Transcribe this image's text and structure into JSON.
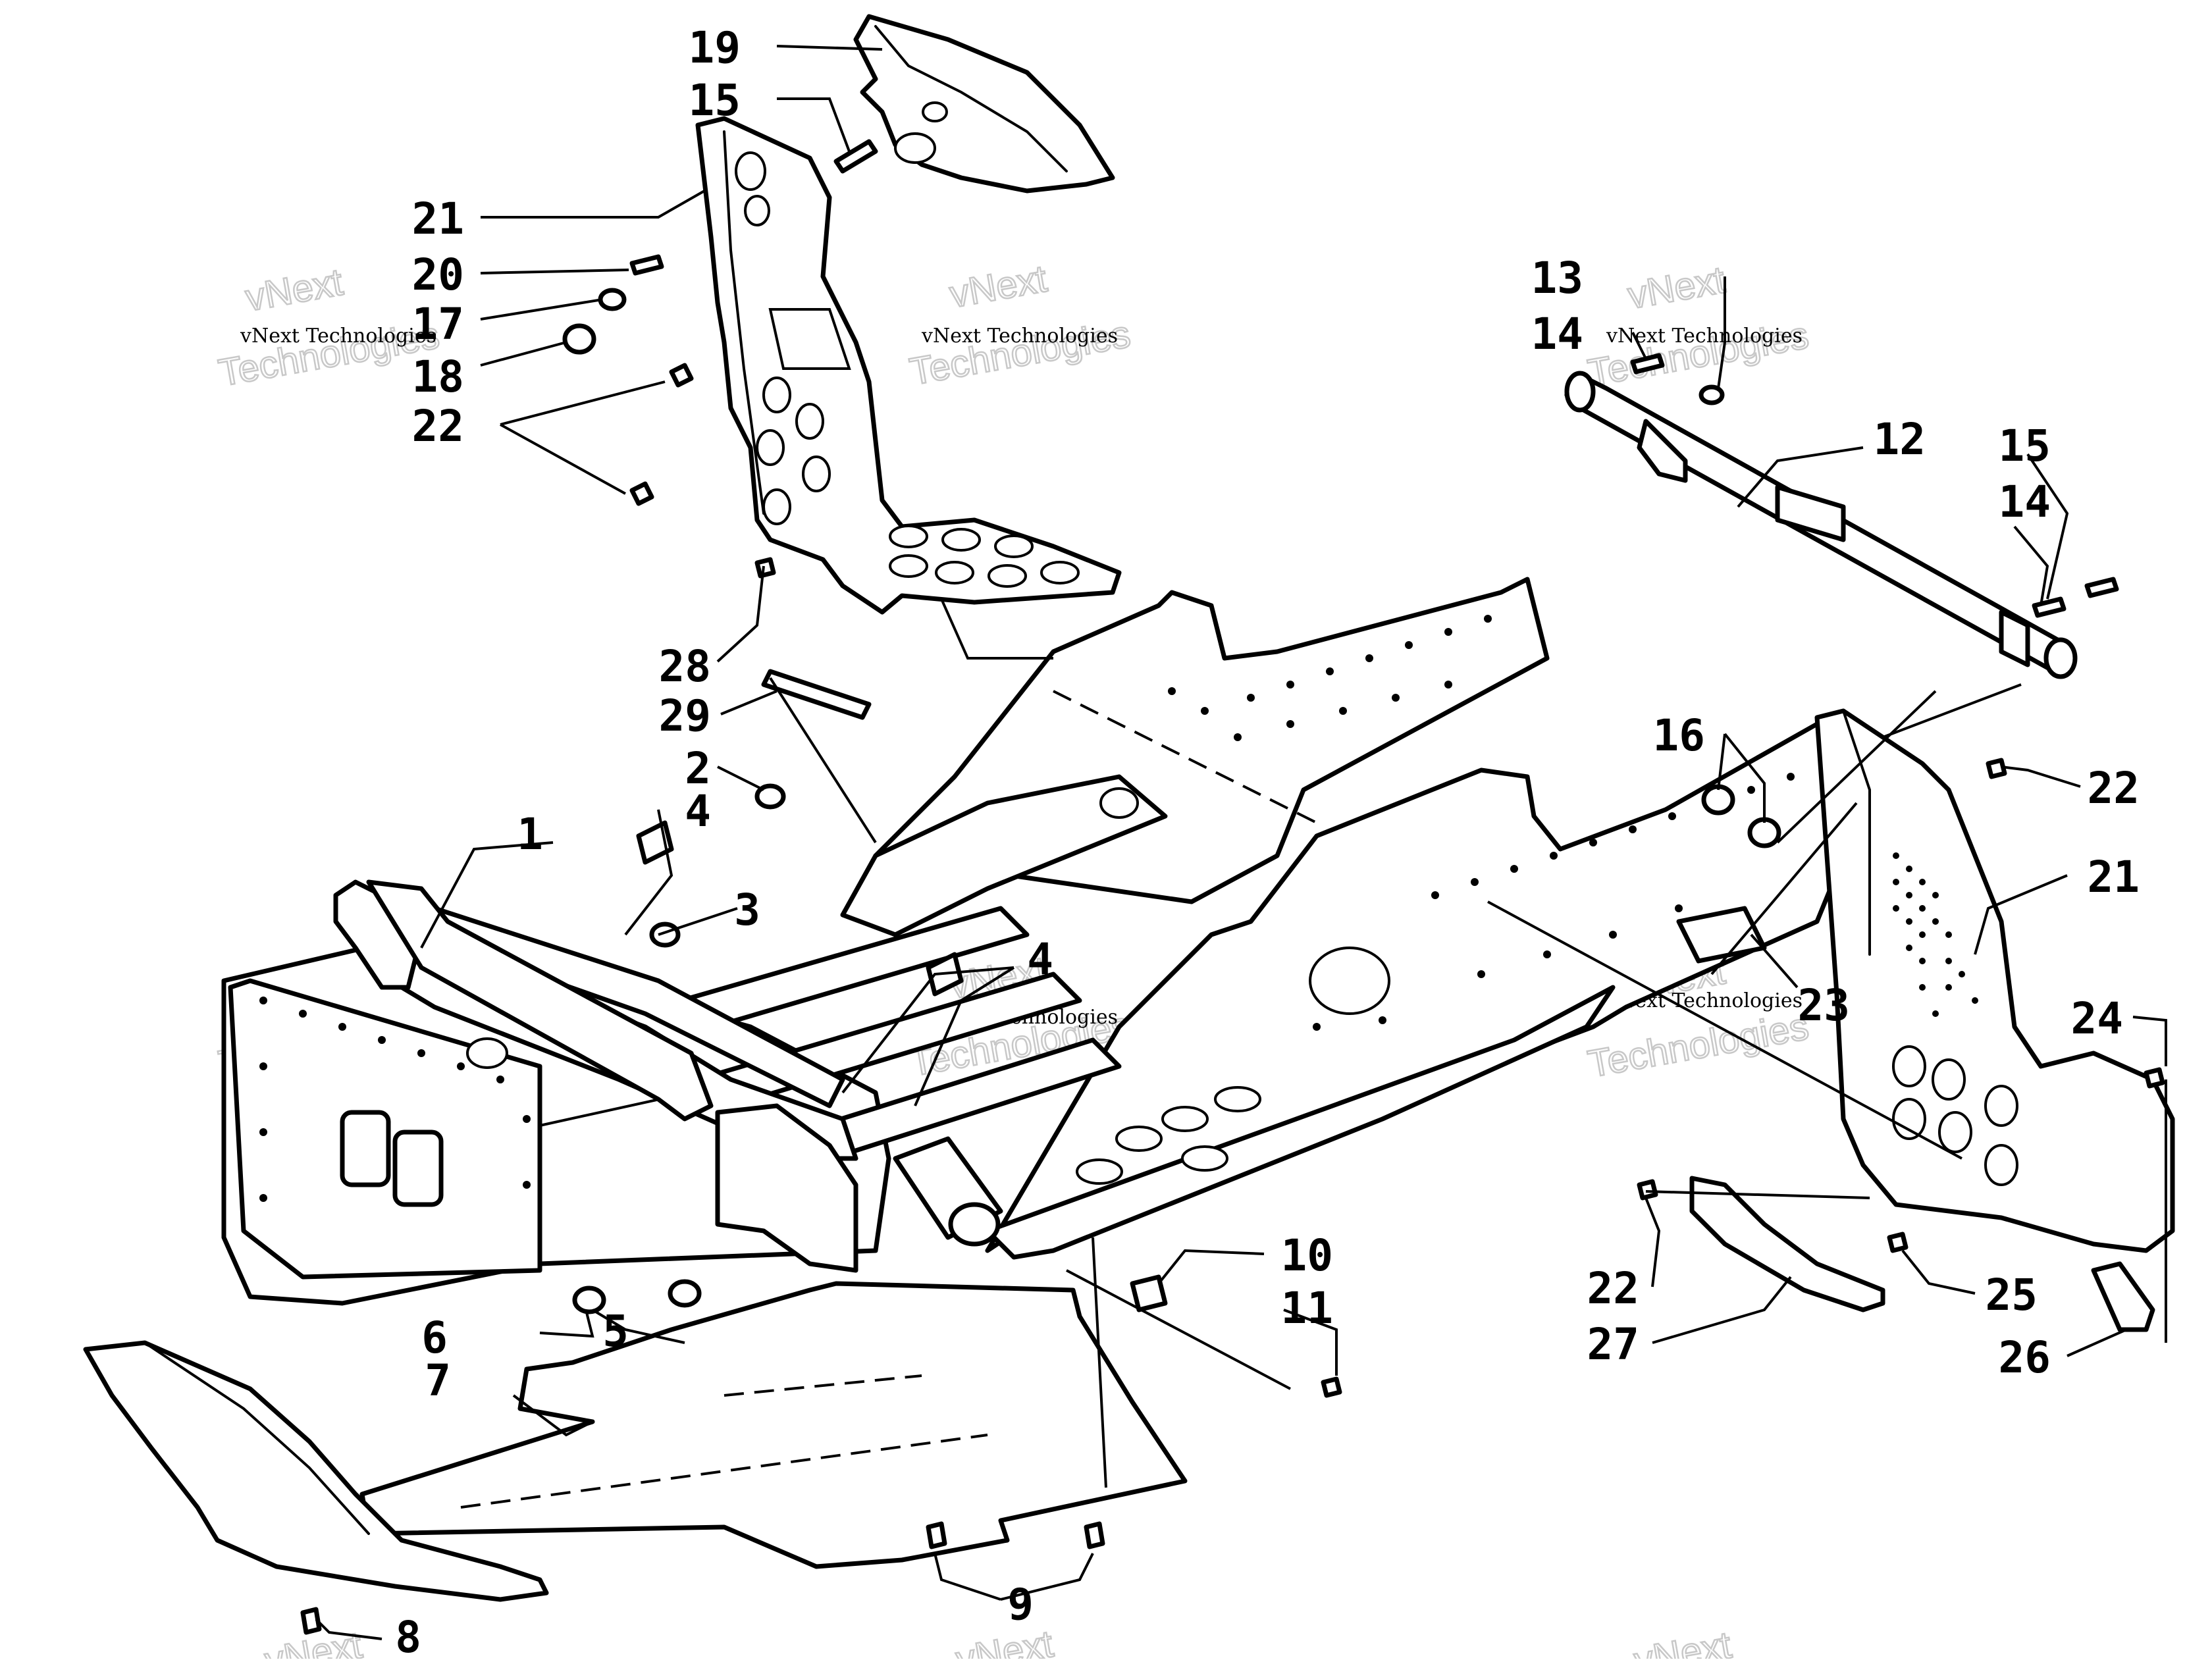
{
  "diagram": {
    "callouts": {
      "c1": "1",
      "c2": "2",
      "c3": "3",
      "c4a": "4",
      "c4b": "4",
      "c5": "5",
      "c6": "6",
      "c7": "7",
      "c8": "8",
      "c9": "9",
      "c10": "10",
      "c11": "11",
      "c12": "12",
      "c13": "13",
      "c14a": "14",
      "c14b": "14",
      "c15a": "15",
      "c15b": "15",
      "c16": "16",
      "c17": "17",
      "c18": "18",
      "c19": "19",
      "c20": "20",
      "c21a": "21",
      "c21b": "21",
      "c22a": "22",
      "c22b": "22",
      "c22c": "22",
      "c23": "23",
      "c24": "24",
      "c25": "25",
      "c26": "26",
      "c27": "27",
      "c28": "28",
      "c29": "29"
    },
    "watermark": {
      "small": "vNext Technologies",
      "big_line1": "vNext",
      "big_line2": "Technologies"
    }
  }
}
